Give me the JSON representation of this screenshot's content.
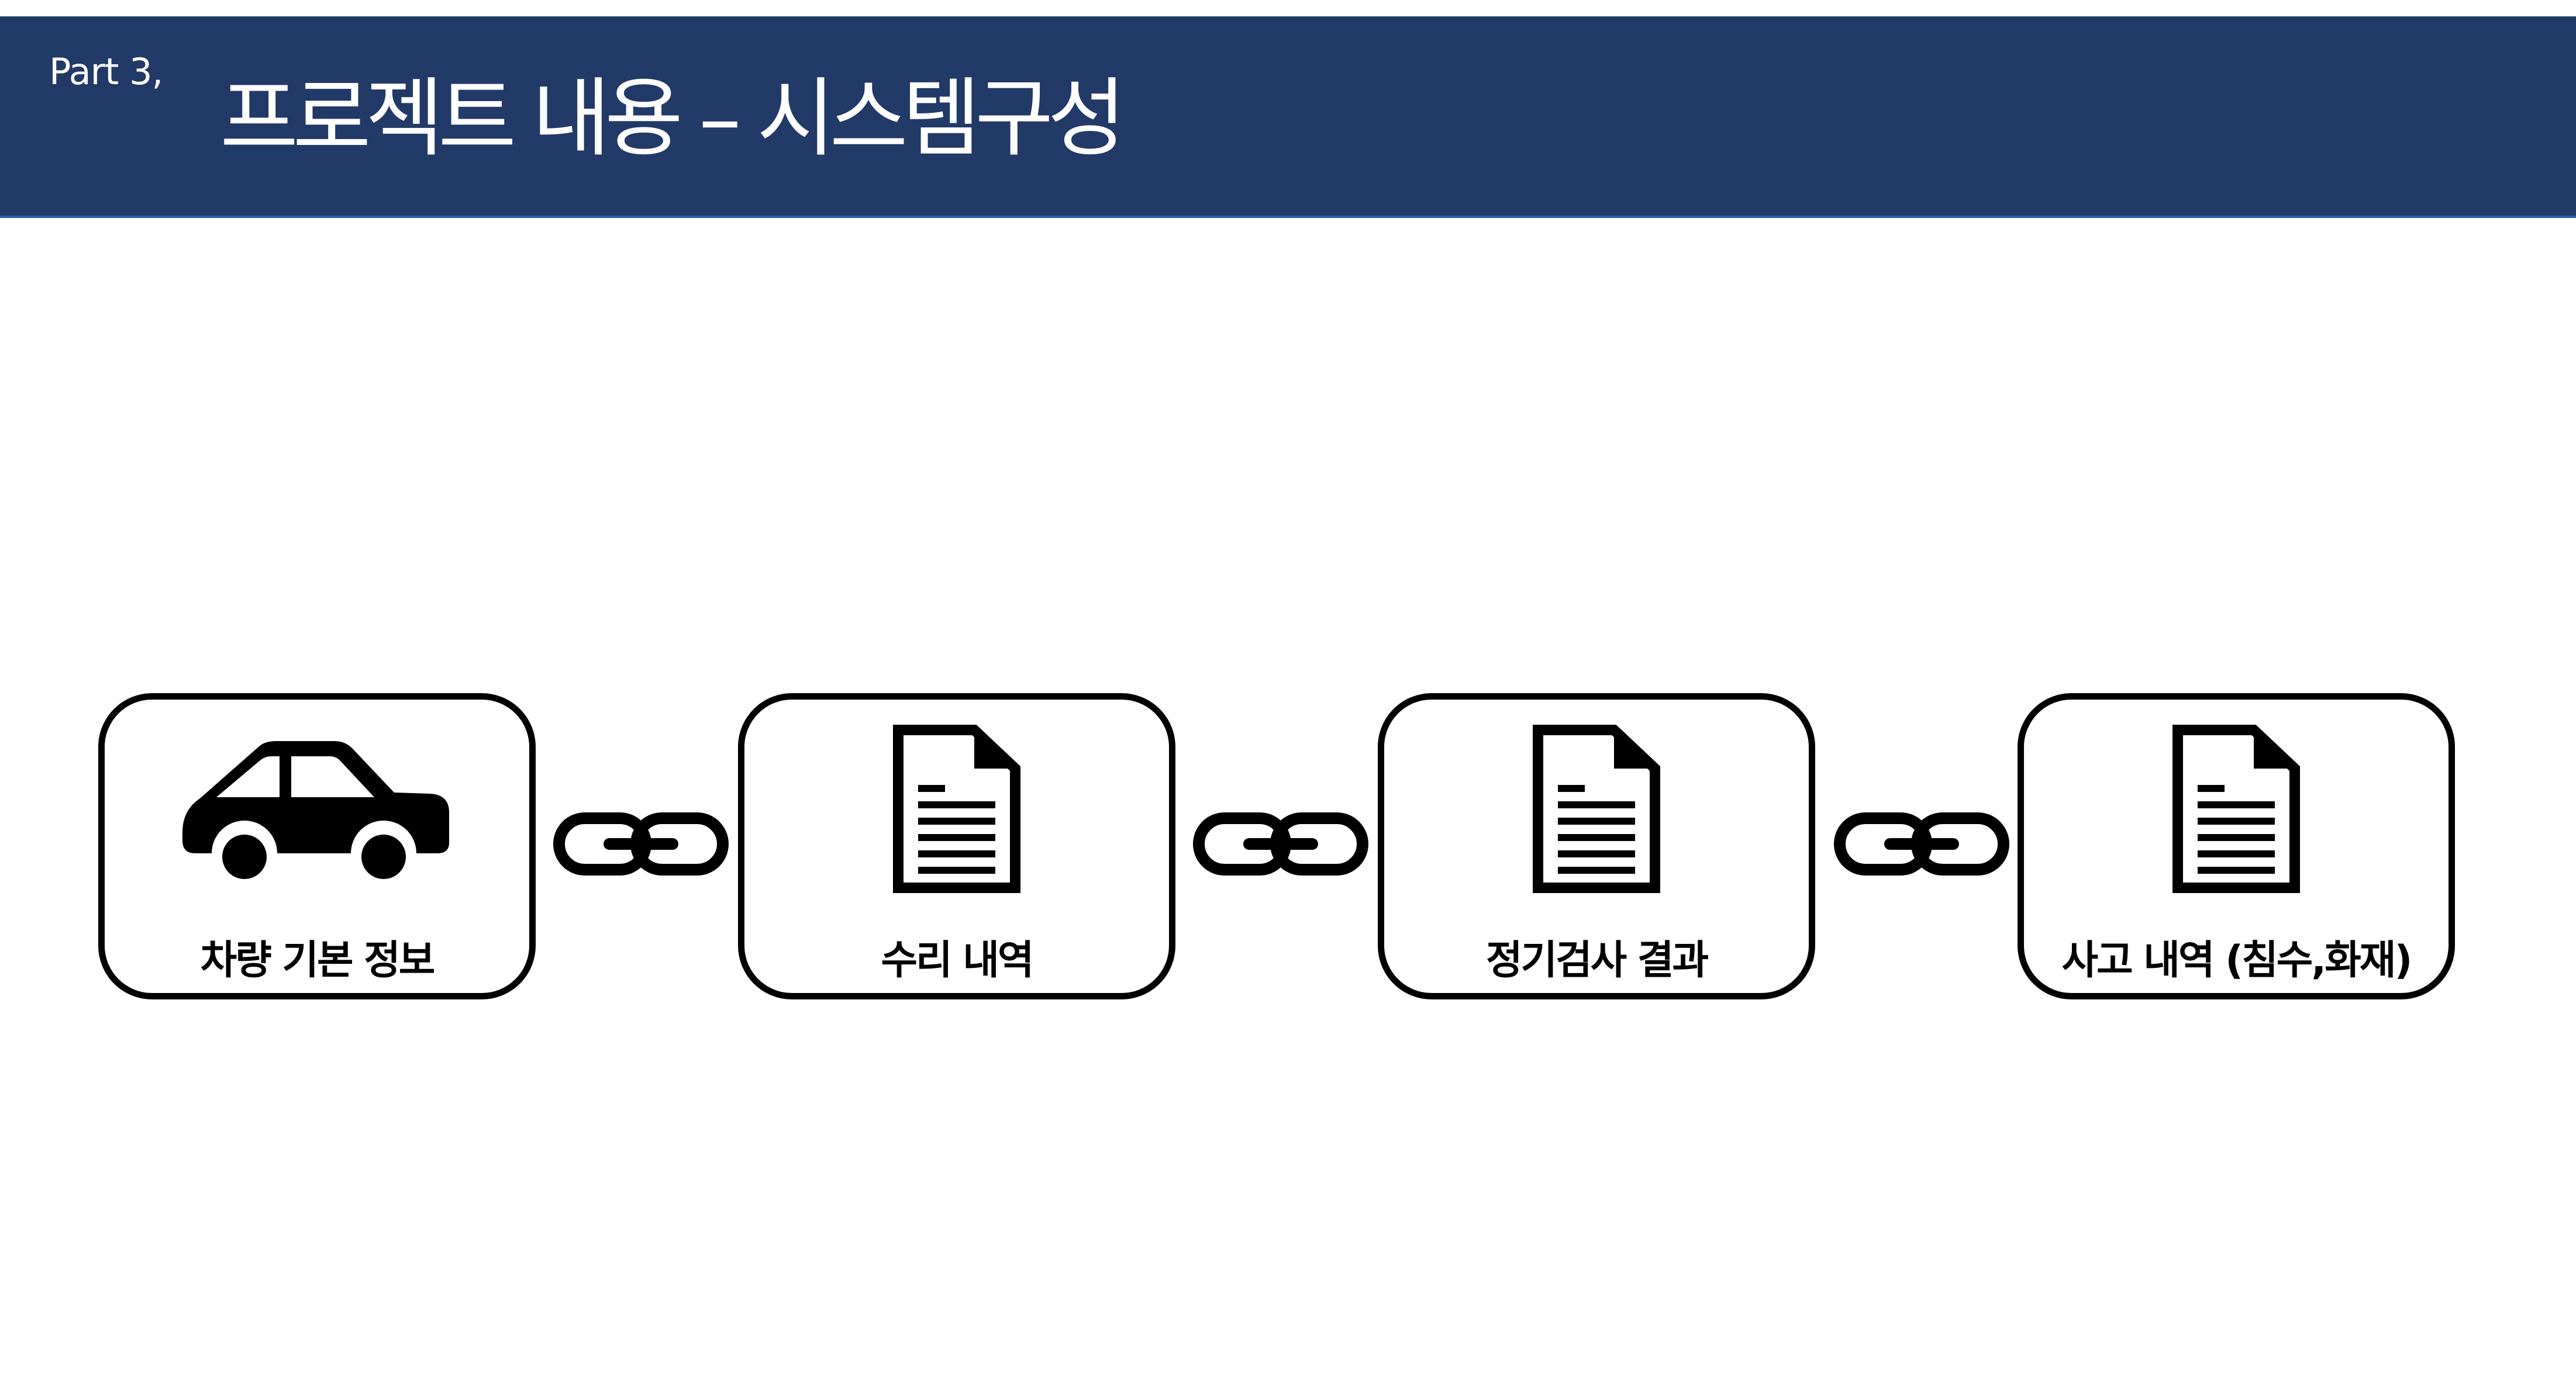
{
  "header": {
    "part_label": "Part 3,",
    "title": "프로젝트 내용 – 시스템구성"
  },
  "colors": {
    "header_background": "#213a67",
    "header_border": "#2f5fa8",
    "stroke": "#000000"
  },
  "nodes": [
    {
      "label": "차량 기본 정보",
      "icon": "car-icon"
    },
    {
      "label": "수리 내역",
      "icon": "document-icon"
    },
    {
      "label": "정기검사 결과",
      "icon": "document-icon"
    },
    {
      "label": "사고 내역 (침수,화재)",
      "icon": "document-icon"
    }
  ],
  "connector_icon": "chain-link-icon"
}
